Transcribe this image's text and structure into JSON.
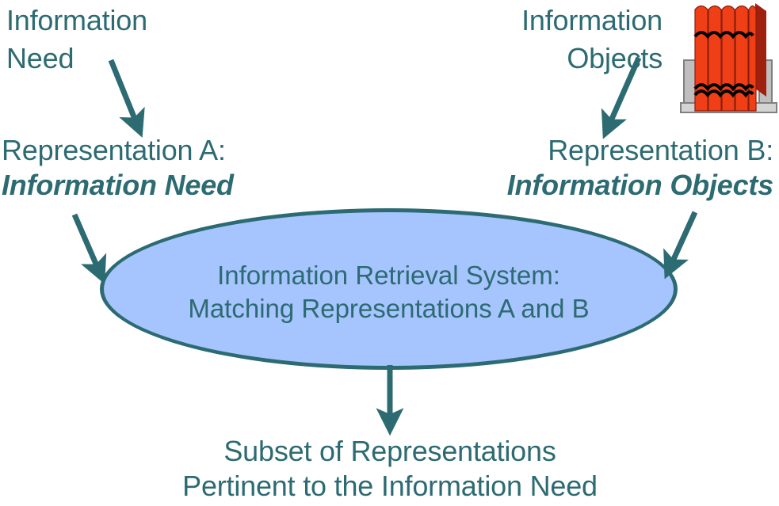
{
  "diagram": {
    "title": "Information Retrieval System Diagram",
    "background_color": "#ffffff",
    "accent_color": "#2d6b72",
    "ellipse_fill_color": "#a6c4fd",
    "book_color": "#f03f16",
    "shelf_color": "#bfbfbf"
  },
  "labels": {
    "information_need_line1": "Information",
    "information_need_line2": "Need",
    "information_objects_line1": "Information",
    "information_objects_line2": "Objects",
    "representation_a_title": "Representation A:",
    "representation_a_value": "Information Need",
    "representation_b_title": "Representation B:",
    "representation_b_value": "Information Objects",
    "system_line1": "Information Retrieval System:",
    "system_line2": "Matching Representations A and B",
    "output_line1": "Subset of Representations",
    "output_line2": "Pertinent to the Information Need"
  },
  "arrows": [
    {
      "name": "information-need-to-representation-a",
      "from": "Information Need",
      "to": "Representation A"
    },
    {
      "name": "information-objects-to-representation-b",
      "from": "Information Objects",
      "to": "Representation B"
    },
    {
      "name": "representation-a-to-system",
      "from": "Representation A",
      "to": "Information Retrieval System"
    },
    {
      "name": "representation-b-to-system",
      "from": "Representation B",
      "to": "Information Retrieval System"
    },
    {
      "name": "system-to-output",
      "from": "Information Retrieval System",
      "to": "Subset of Representations"
    }
  ],
  "icons": {
    "books_shelf": "books-shelf-icon"
  }
}
